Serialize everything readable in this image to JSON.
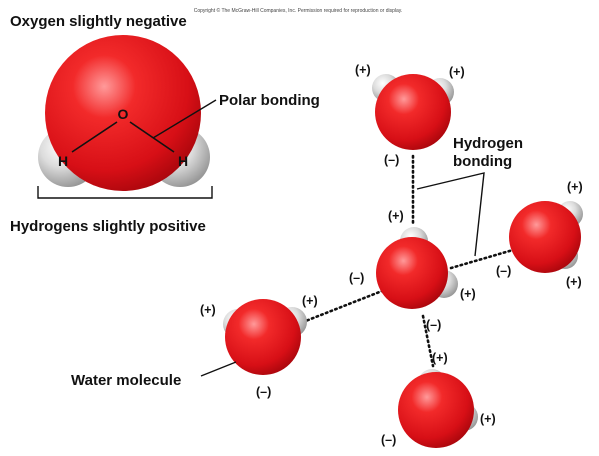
{
  "copyright": "Copyright © The McGraw-Hill Companies, Inc. Permission required for reproduction or display.",
  "labels": {
    "oxygen_negative": "Oxygen slightly negative",
    "polar_bonding": "Polar bonding",
    "hydrogens_positive": "Hydrogens slightly positive",
    "hydrogen_bonding_line1": "Hydrogen",
    "hydrogen_bonding_line2": "bonding",
    "water_molecule": "Water molecule"
  },
  "atoms": {
    "oxygen": "O",
    "hydrogen": "H"
  },
  "charges": {
    "positive": "(+)",
    "negative": "(–)"
  },
  "colors": {
    "oxygen": "#e3141b",
    "hydrogen": "#d2d2d2",
    "line": "#111111"
  }
}
